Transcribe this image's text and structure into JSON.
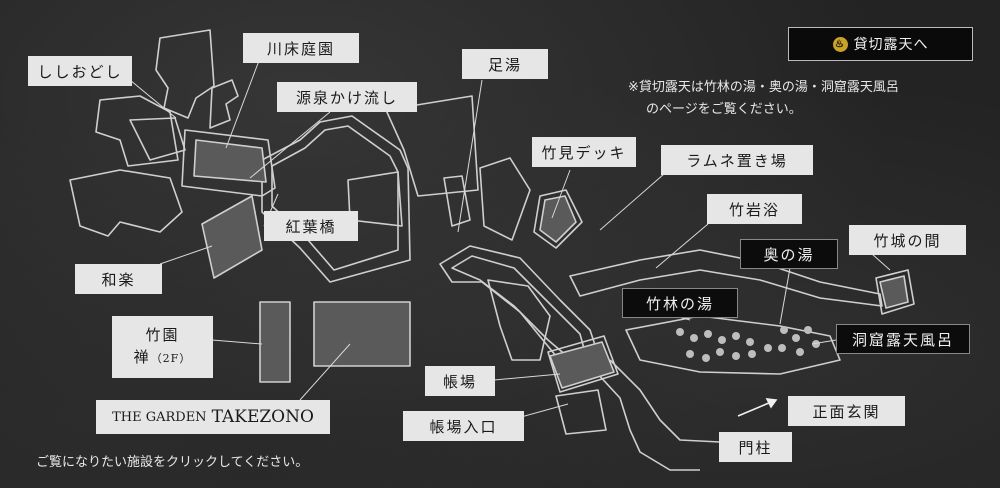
{
  "rental_button": {
    "label": "貸切露天へ",
    "icon": "onsen-badge-icon",
    "icon_glyph": "♨",
    "accent": "#c9a227"
  },
  "notes": {
    "rental_note_line1": "※貸切露天は竹林の湯・奥の湯・洞窟露天風呂",
    "rental_note_line2": "のページをご覧ください。",
    "click_hint": "ご覧になりたい施設をクリックしてください。"
  },
  "facilities": {
    "shishiodoshi": "ししおどし",
    "kawadoko_garden": "川床庭園",
    "gensen_kakenagashi": "源泉かけ流し",
    "ashiyu": "足湯",
    "takemi_deck": "竹見デッキ",
    "ramune_okiba": "ラムネ置き場",
    "chikugan_yoku": "竹岩浴",
    "oku_no_yu": "奥の湯",
    "takeshiro_no_ma": "竹城の間",
    "chikurin_no_yu": "竹林の湯",
    "doukutsu_roten": "洞窟露天風呂",
    "momiji_bashi": "紅葉橋",
    "waraku": "和楽",
    "takezono_zen_line1": "竹園",
    "takezono_zen_line2": "禅",
    "takezono_zen_floor": "（2F）",
    "garden_prefix": "THE GARDEN",
    "garden_name": "TAKEZONO",
    "choba": "帳場",
    "choba_entrance": "帳場入口",
    "shomen_genkan": "正面玄関",
    "monchu": "門柱"
  }
}
